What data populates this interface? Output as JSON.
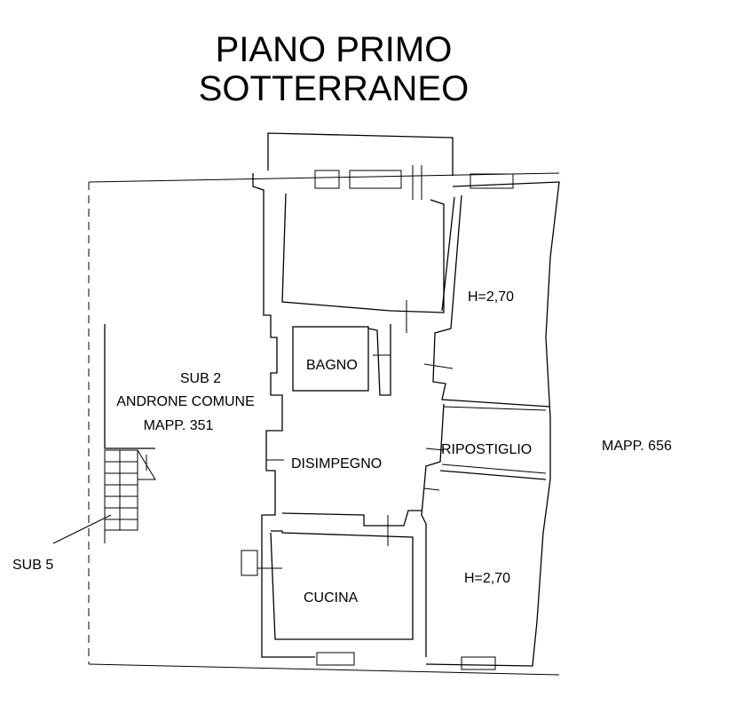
{
  "title": {
    "line1": "PIANO PRIMO",
    "line2": "SOTTERRANEO"
  },
  "labels": {
    "sub2": "SUB 2",
    "androne": "ANDRONE COMUNE",
    "mapp351": "MAPP. 351",
    "sub5": "SUB 5",
    "bagno": "BAGNO",
    "disimpegno": "DISIMPEGNO",
    "ripostiglio": "RIPOSTIGLIO",
    "cucina": "CUCINA",
    "h_top": "H=2,70",
    "h_bottom": "H=2,70",
    "mapp656": "MAPP. 656"
  }
}
